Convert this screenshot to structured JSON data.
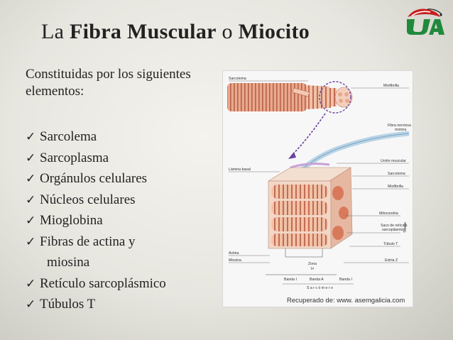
{
  "title": {
    "prefix": "La ",
    "bold1": "Fibra Muscular",
    "middle": " o ",
    "bold2": "Miocito"
  },
  "intro": "Constituidas por los siguientes elementos:",
  "items": [
    {
      "text": "Sarcolema",
      "check": true
    },
    {
      "text": "Sarcoplasma",
      "check": true
    },
    {
      "text": "Orgánulos celulares",
      "check": true
    },
    {
      "text": "Núcleos celulares",
      "check": true
    },
    {
      "text": "Mioglobina",
      "check": true
    },
    {
      "text": "Fibras de actina y",
      "check": true
    },
    {
      "text": "miosina",
      "check": false
    },
    {
      "text": "Retículo sarcoplásmico",
      "check": true
    },
    {
      "text": "Túbulos T",
      "check": true
    }
  ],
  "check_glyph": "✓",
  "figure": {
    "labels": {
      "sarcolema_top": "Sarcolema",
      "miofibrilla_top": "Miofibrilla",
      "fibra_nerviosa": "Fibra nerviosa",
      "motora": "motora",
      "lamina_basal": "Lámina basal",
      "union_muscular": "Unión muscular",
      "sarcolema": "Sarcolema",
      "miofibrilla": "Miofibrilla",
      "mitocondria": "Mitocondria",
      "saco_reticulo": "Saco de retículo",
      "sarcoplasmico": "sarcoplásmico",
      "tubulo_t": "Túbulo T",
      "triada": "Tríada",
      "estria_z": "Estría Z",
      "actina": "Actina",
      "miosina": "Miosina",
      "zona": "Zona",
      "h": "H",
      "banda_i_1": "Banda I",
      "banda_a": "Banda A",
      "banda_i_2": "Banda I",
      "sarcomero": "S a r c ó m e r o"
    }
  },
  "credit": "Recuperado de: www. asemgalicia.com",
  "logo": {
    "text": "UA"
  }
}
